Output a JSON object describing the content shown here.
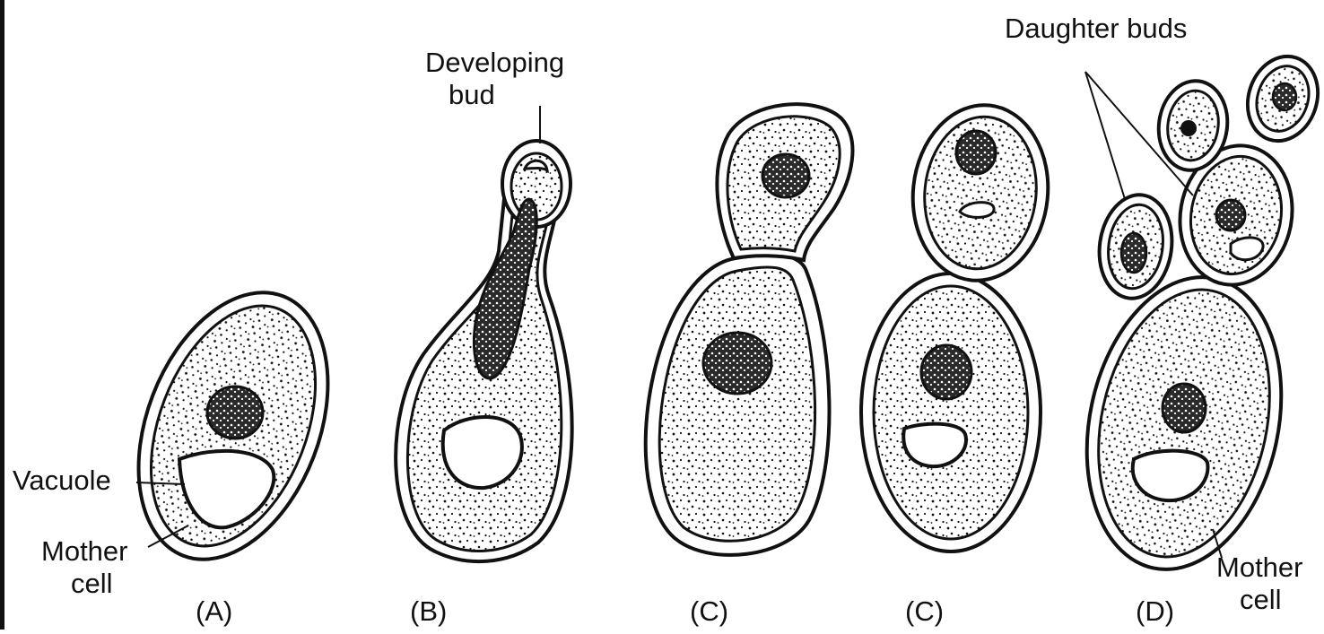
{
  "figure": {
    "colors": {
      "ink": "#111111",
      "cytoplasm": "#ffffff",
      "background": "#ffffff"
    },
    "labels": {
      "developing_bud_line1": "Developing",
      "developing_bud_line2": "bud",
      "daughter_buds": "Daughter buds",
      "vacuole": "Vacuole",
      "mother_cell_left_line1": "Mother",
      "mother_cell_left_line2": "cell",
      "mother_cell_right_line1": "Mother",
      "mother_cell_right_line2": "cell"
    },
    "stages": [
      {
        "id": "stage-a",
        "caption": "(A)"
      },
      {
        "id": "stage-b",
        "caption": "(B)"
      },
      {
        "id": "stage-c1",
        "caption": "(C)"
      },
      {
        "id": "stage-c2",
        "caption": "(C)"
      },
      {
        "id": "stage-d",
        "caption": "(D)"
      }
    ]
  }
}
